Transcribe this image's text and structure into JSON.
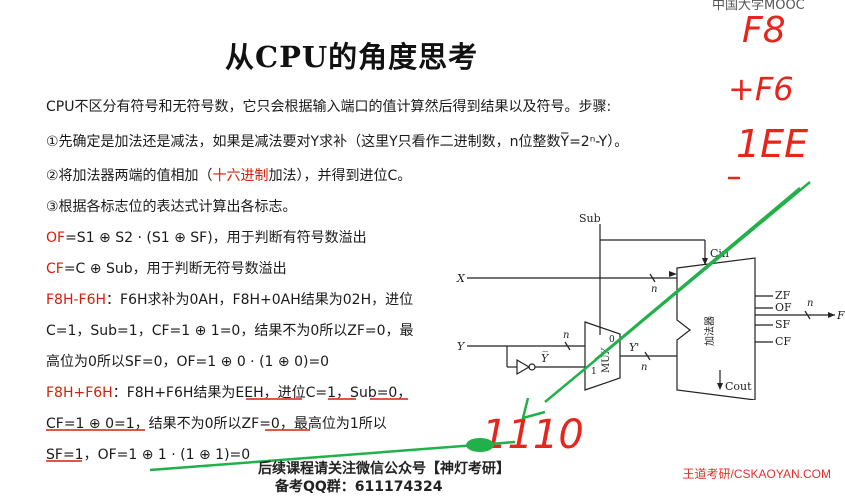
{
  "corner_logo": "中国大学MOOC",
  "title": "从CPU的角度思考",
  "intro": "CPU不区分有符号和无符号数，它只会根据输入端口的值计算然后得到结果以及符号。步骤:",
  "step1": "①先确定是加法还是减法，如果是减法要对Y求补（这里Y只看作二进制数，n位整数Y̅=2ⁿ-Y）。",
  "step2_a": "②将加法器两端的值相加（",
  "step2_red": "十六进制",
  "step2_b": "加法），并得到进位C。",
  "step3": "③根据各标志位的表达式计算出各标志。",
  "of_label": "OF",
  "of_eq": "=S1 ⊕ S2 · (S1 ⊕ SF)，用于判断有符号数溢出",
  "cf_label": "CF",
  "cf_eq": "=C ⊕ Sub，用于判断无符号数溢出",
  "ex1_label": "F8H-F6H",
  "ex1_l1": "：F6H求补为0AH，F8H+0AH结果为02H，进位",
  "ex1_l2": "C=1，Sub=1，CF=1 ⊕ 1=0，结果不为0所以ZF=0，最",
  "ex1_l3": "高位为0所以SF=0，OF=1 ⊕ 0 · (1 ⊕ 0)=0",
  "ex2_label": "F8H+F6H",
  "ex2_l1": "：F8H+F6H结果为EEH，进位C=1，Sub=0，",
  "ex2_l2": "CF=1 ⊕ 0=1，结果不为0所以ZF=0，最高位为1所以",
  "ex2_l3": "SF=1，OF=1 ⊕ 1 · (1 ⊕ 1)=0",
  "footer": "后续课程请关注微信公众号【神灯考研】",
  "footer2": "备考QQ群：611174324",
  "watermark": "王道考研/CSKAOYAN.COM",
  "circuit": {
    "sub": "Sub",
    "x": "X",
    "y": "Y",
    "ybar": "Y̅",
    "yprime": "Y'",
    "n1": "n",
    "n2": "n",
    "n3": "n",
    "n4": "n",
    "mux": "MUX",
    "mux0": "0",
    "mux1": "1",
    "adder": "加法器",
    "cin": "Cin",
    "cout": "Cout",
    "zf": "ZF",
    "of": "OF",
    "sf": "SF",
    "cf": "CF",
    "f": "F"
  },
  "handwriting": {
    "h1": "F8",
    "h2": "+F6",
    "h3": "1EE",
    "h4": "1110"
  },
  "colors": {
    "accent_red": "#d81e06",
    "annotation_green": "#22b04a",
    "handwriting_red": "#e4261d"
  }
}
